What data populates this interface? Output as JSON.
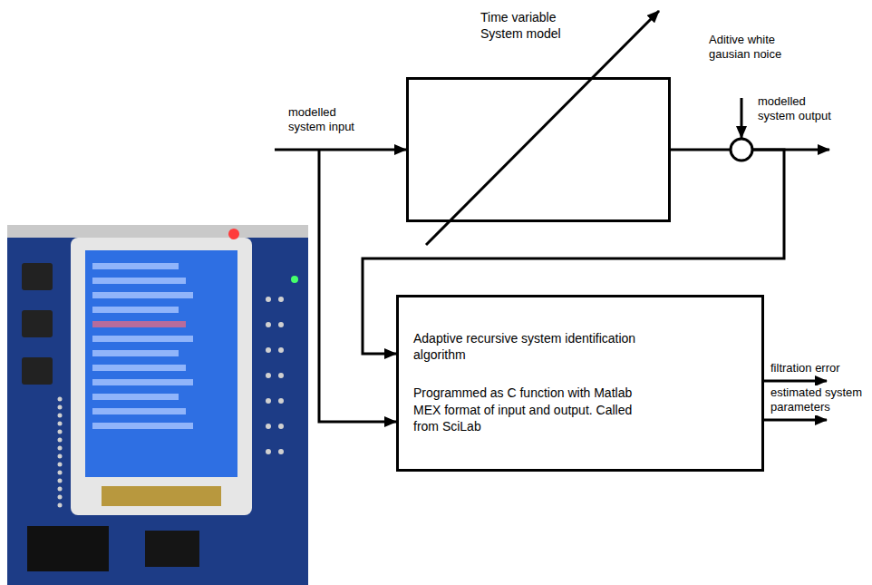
{
  "diagram": {
    "nodes": [
      {
        "text": [
          "Time variable System model"
        ]
      },
      {
        "text": [
          "Adaptive recursive system identification algorithm",
          "Programmed as C function with Matlab MEX format of input and output. Called from SciLab"
        ]
      }
    ],
    "edges": [
      {
        "from": 0,
        "to": 1,
        "arrow": "to"
      }
    ],
    "labels": [
      "modelled system input",
      "Aditive white gausian noice",
      "modelled system output",
      "filtration error",
      "estimated system parameters"
    ]
  }
}
